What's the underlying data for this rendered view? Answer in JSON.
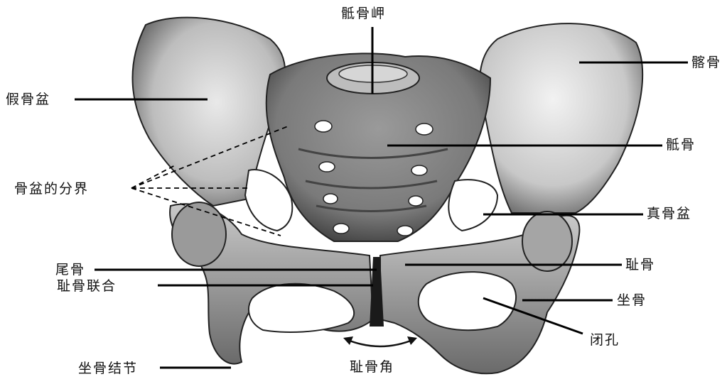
{
  "figure": {
    "labels": {
      "sacral_promontory": "骶骨岬",
      "false_pelvis": "假骨盆",
      "ilium": "髂骨",
      "sacrum": "骶骨",
      "pelvic_boundary": "骨盆的分界",
      "true_pelvis": "真骨盆",
      "coccyx": "尾骨",
      "pubis": "耻骨",
      "pubic_symphysis": "耻骨联合",
      "ischium": "坐骨",
      "obturator_foramen": "闭孔",
      "ischial_tuberosity": "坐骨结节",
      "pubic_angle": "耻骨角"
    }
  }
}
